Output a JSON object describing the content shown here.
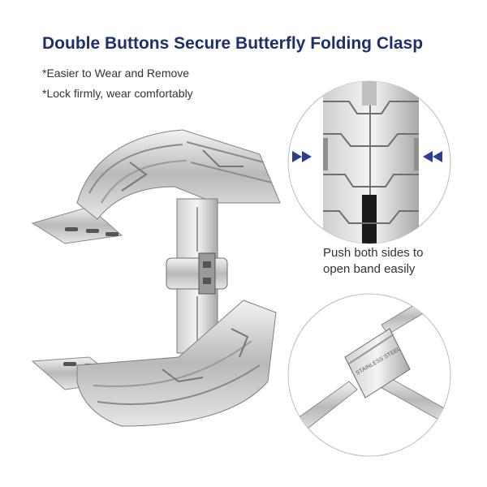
{
  "header": {
    "title": "Double Buttons Secure Butterfly Folding Clasp",
    "bullets": [
      "*Easier to Wear and Remove",
      "*Lock firmly, wear comfortably"
    ]
  },
  "callout": {
    "caption_line1": "Push both sides to",
    "caption_line2": "open band easily",
    "clasp_engraving": "STAINLESS STEEL"
  },
  "colors": {
    "title": "#1f2f6b",
    "arrows": "#2c3f8f",
    "metal_light": "#e4e4e4",
    "metal_dark": "#8c8c8c"
  }
}
